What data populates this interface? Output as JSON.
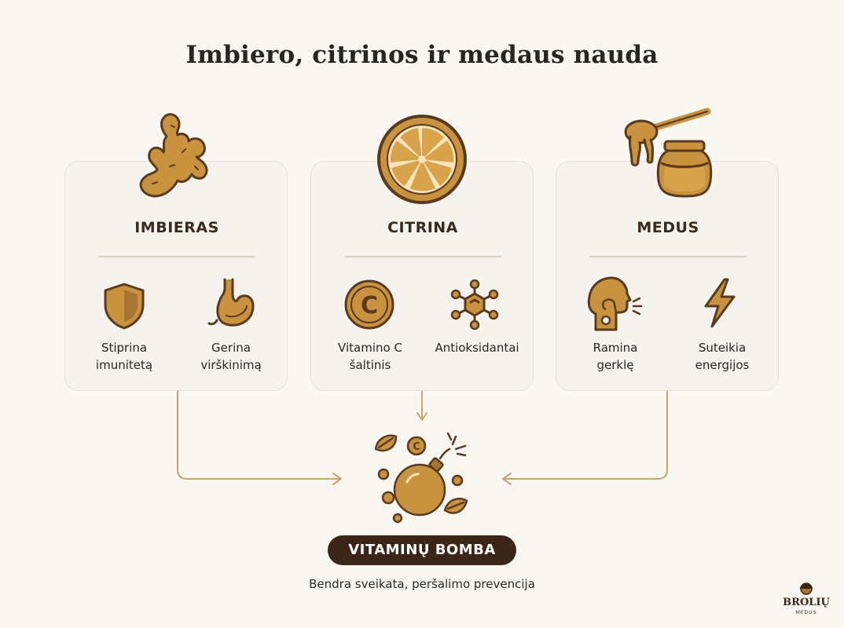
{
  "title": "Imbiero, citrinos ir medaus nauda",
  "cards": [
    {
      "name": "IMBIERAS",
      "icon": "ginger-root-icon",
      "benefits": [
        {
          "icon": "shield-icon",
          "line1": "Stiprina",
          "line2": "imunitetą"
        },
        {
          "icon": "stomach-icon",
          "line1": "Gerina",
          "line2": "virškinimą"
        }
      ]
    },
    {
      "name": "CITRINA",
      "icon": "lemon-slice-icon",
      "benefits": [
        {
          "icon": "vitamin-c-icon",
          "line1": "Vitamino C",
          "line2": "šaltinis"
        },
        {
          "icon": "molecule-icon",
          "line1": "Antioksidantai",
          "line2": ""
        }
      ]
    },
    {
      "name": "MEDUS",
      "icon": "honey-jar-icon",
      "benefits": [
        {
          "icon": "throat-icon",
          "line1": "Ramina",
          "line2": "gerklę"
        },
        {
          "icon": "lightning-icon",
          "line1": "Suteikia",
          "line2": "energijos"
        }
      ]
    }
  ],
  "result": {
    "icon": "vitamin-bomb-icon",
    "label": "VITAMINŲ BOMBA",
    "subtitle": "Bendra sveikata, peršalimo prevencija"
  },
  "logo": {
    "brand": "BROLIŲ",
    "sub": "MEDUS"
  },
  "colors": {
    "accent": "#c8923f",
    "dark": "#3d2516",
    "connector": "#c9a46a"
  }
}
